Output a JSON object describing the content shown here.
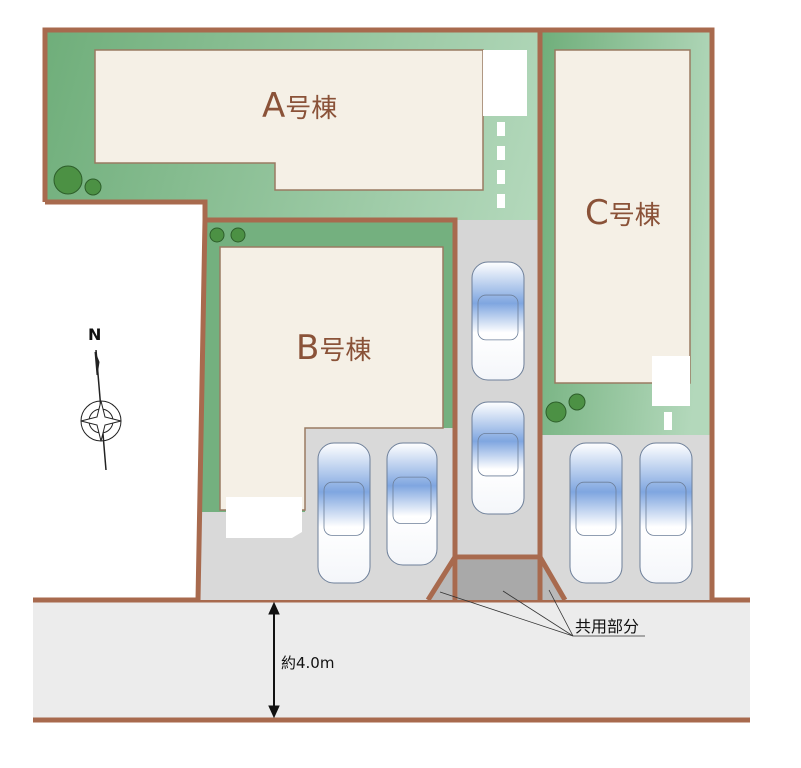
{
  "buildings": [
    {
      "letter": "A",
      "suffix": "号棟"
    },
    {
      "letter": "B",
      "suffix": "号棟"
    },
    {
      "letter": "C",
      "suffix": "号棟"
    }
  ],
  "compass": {
    "north_label": "N",
    "icon": "compass-rose-icon"
  },
  "road": {
    "width_label": "約4.0m"
  },
  "shared_area": {
    "label": "共用部分"
  },
  "colors": {
    "boundary": "#a86a4e",
    "lawn": "#7db787",
    "building": "#f5f0e6",
    "paving": "#d9d9d9",
    "road": "#ececec"
  }
}
